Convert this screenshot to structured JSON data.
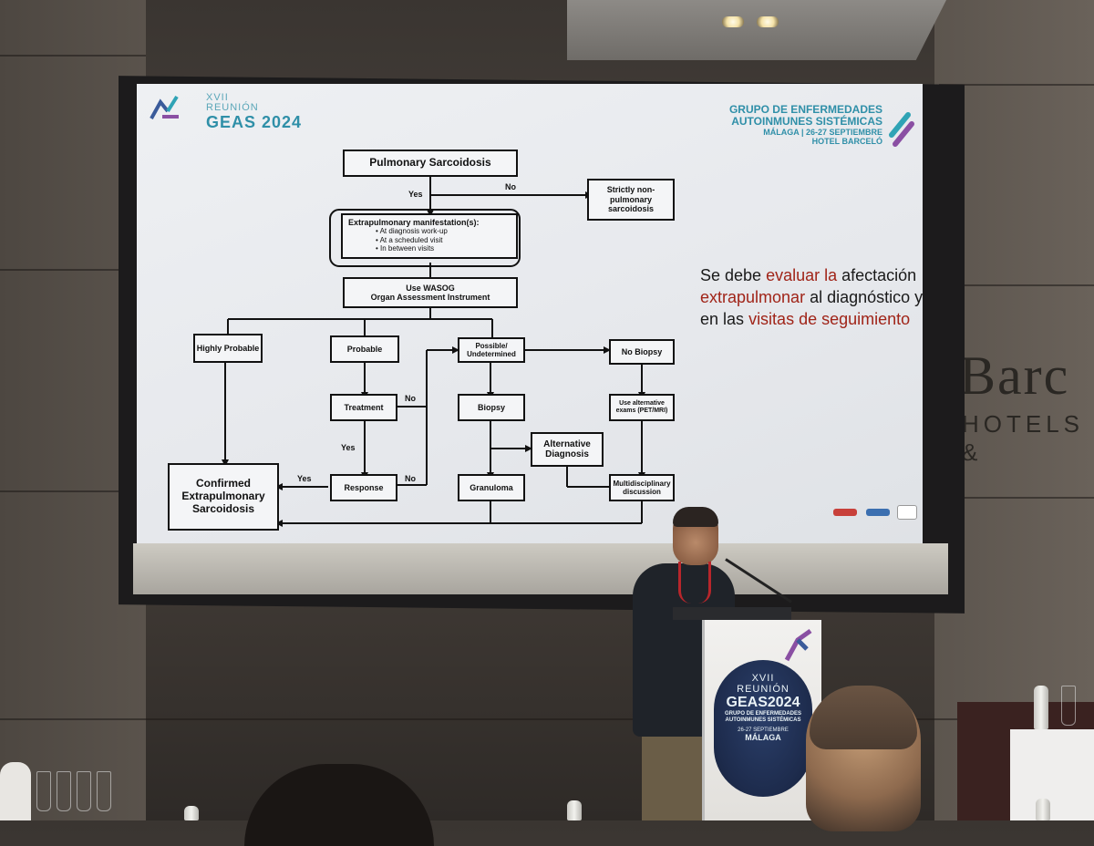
{
  "slide": {
    "header_left": {
      "line1": "XVII",
      "line2": "REUNIÓN",
      "title": "GEAS 2024"
    },
    "header_right": {
      "line1": "GRUPO DE ENFERMEDADES",
      "line2": "AUTOINMUNES SISTÉMICAS",
      "line3": "MÁLAGA | 26-27 SEPTIEMBRE",
      "line4": "HOTEL BARCELÓ"
    },
    "flowchart": {
      "pulmonary": "Pulmonary Sarcoidosis",
      "yes1": "Yes",
      "no1": "No",
      "strictly": "Strictly non-pulmonary sarcoidosis",
      "extra_title": "Extrapulmonary manifestation(s):",
      "extra_items": [
        "At diagnosis work-up",
        "At a scheduled visit",
        "In between visits"
      ],
      "wasog_1": "Use WASOG",
      "wasog_2": "Organ Assessment Instrument",
      "highly": "Highly Probable",
      "probable": "Probable",
      "possible": "Possible/ Undetermined",
      "no_biopsy": "No Biopsy",
      "treatment": "Treatment",
      "no_treat": "No",
      "biopsy": "Biopsy",
      "alt_exams": "Use alternative exams (PET/MRI)",
      "yes_treat": "Yes",
      "alt_diag": "Alternative Diagnosis",
      "confirmed": "Confirmed Extrapulmonary Sarcoidosis",
      "yes_resp": "Yes",
      "response": "Response",
      "no_resp": "No",
      "granuloma": "Granuloma",
      "multi": "Multidisciplinary discussion"
    },
    "spanish": {
      "w1": "Se debe ",
      "w2": "evaluar la",
      "w3": "afectación ",
      "w4": "extrapulmonar",
      "w5": "al diagnóstico y en las",
      "w6": "visitas de seguimiento"
    }
  },
  "wall_sign": {
    "line1": "Barc",
    "line2": "HOTELS &"
  },
  "podium": {
    "line1": "XVII",
    "line2": "REUNIÓN",
    "line3": "GEAS2024",
    "line4": "GRUPO DE ENFERMEDADES",
    "line5": "AUTOINMUNES SISTÉMICAS",
    "line6": "26-27 SEPTIEMBRE",
    "line7": "MÁLAGA"
  },
  "colors": {
    "teal": "#2f8fa8",
    "highlight": "#a02418",
    "podium_navy": "#1d2b4c"
  }
}
